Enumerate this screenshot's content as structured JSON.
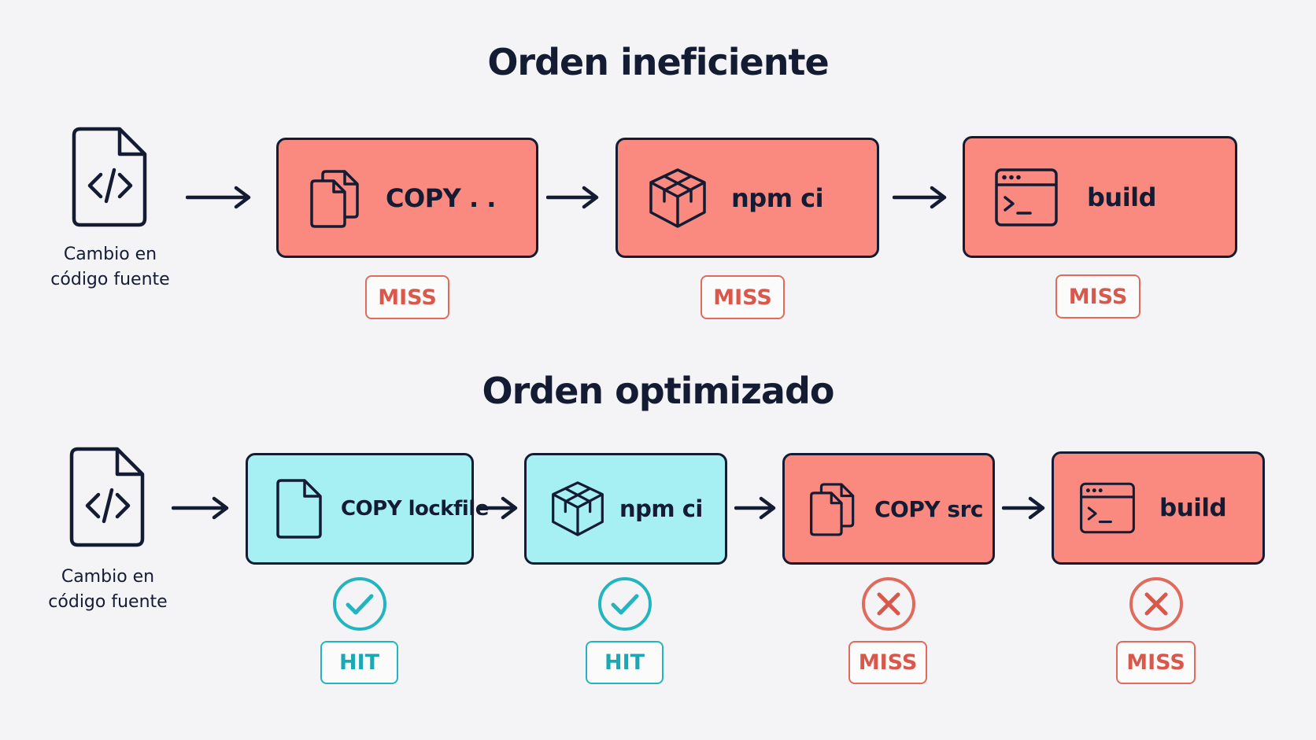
{
  "sections": [
    {
      "title": "Orden ineficiente",
      "source_label_line1": "Cambio en",
      "source_label_line2": "código fuente",
      "steps": [
        {
          "label": "COPY . .",
          "icon": "copy-files-icon",
          "state": "miss",
          "badge": "MISS"
        },
        {
          "label": "npm ci",
          "icon": "package-box-icon",
          "state": "miss",
          "badge": "MISS"
        },
        {
          "label": "build",
          "icon": "terminal-window-icon",
          "state": "miss",
          "badge": "MISS"
        }
      ]
    },
    {
      "title": "Orden optimizado",
      "source_label_line1": "Cambio en",
      "source_label_line2": "código fuente",
      "steps": [
        {
          "label": "COPY lockfile",
          "icon": "file-icon",
          "state": "hit",
          "badge": "HIT",
          "status_icon": "check-circle-icon"
        },
        {
          "label": "npm ci",
          "icon": "package-box-icon",
          "state": "hit",
          "badge": "HIT",
          "status_icon": "check-circle-icon"
        },
        {
          "label": "COPY src",
          "icon": "copy-files-icon",
          "state": "miss",
          "badge": "MISS",
          "status_icon": "x-circle-icon"
        },
        {
          "label": "build",
          "icon": "terminal-window-icon",
          "state": "miss",
          "badge": "MISS",
          "status_icon": "x-circle-icon"
        }
      ]
    }
  ],
  "colors": {
    "miss_fill": "#fa8a80",
    "hit_fill": "#a6f0f3",
    "miss_accent": "#e06b5d",
    "hit_accent": "#22b5bf",
    "ink": "#141c33",
    "background": "#f4f4f6"
  }
}
